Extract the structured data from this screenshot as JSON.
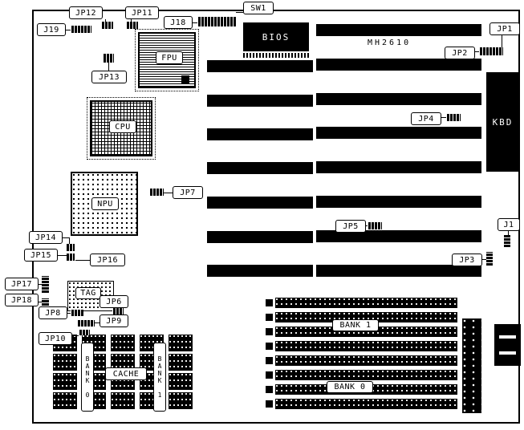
{
  "board": {
    "model": "MH2610"
  },
  "chips": {
    "fpu": "FPU",
    "cpu": "CPU",
    "npu": "NPU",
    "bios": "BIOS",
    "kbd": "KBD",
    "tag": "TAG",
    "cache": "CACHE"
  },
  "jumpers": {
    "jp1": "JP1",
    "jp2": "JP2",
    "jp3": "JP3",
    "jp4": "JP4",
    "jp5": "JP5",
    "jp6": "JP6",
    "jp7": "JP7",
    "jp8": "JP8",
    "jp9": "JP9",
    "jp10": "JP10",
    "jp11": "JP11",
    "jp12": "JP12",
    "jp13": "JP13",
    "jp14": "JP14",
    "jp15": "JP15",
    "jp16": "JP16",
    "jp17": "JP17",
    "jp18": "JP18",
    "j1": "J1",
    "j18": "J18",
    "j19": "J19",
    "sw1": "SW1"
  },
  "memory": {
    "simm_bank1": "BANK 1",
    "simm_bank0": "BANK 0",
    "cache_bank0": "BANK 0",
    "cache_bank1": "BANK 1"
  }
}
